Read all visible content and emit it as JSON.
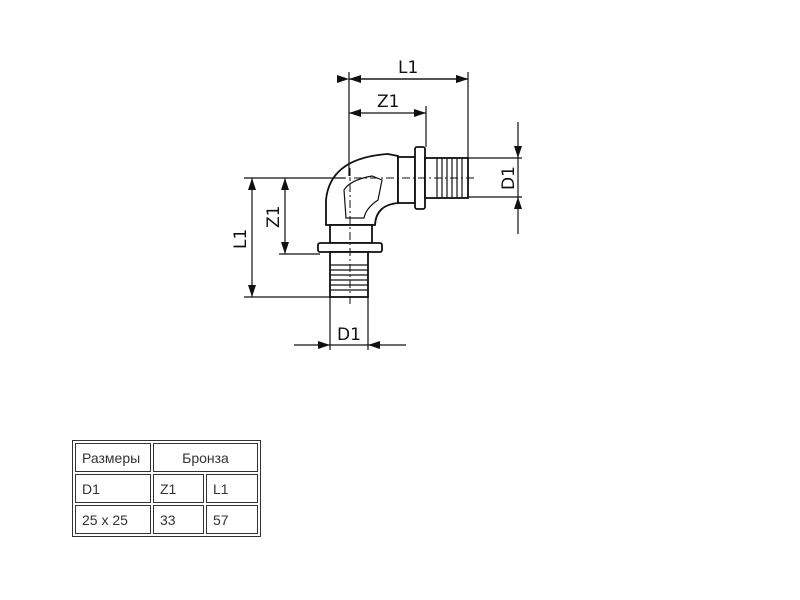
{
  "drawing": {
    "labels": {
      "top_l1": "L1",
      "top_z1": "Z1",
      "right_d1": "D1",
      "left_l1": "L1",
      "left_z1": "Z1",
      "bottom_d1": "D1"
    }
  },
  "table": {
    "header": {
      "size": "Размеры",
      "material": "Бронза"
    },
    "subheader": {
      "d1": "D1",
      "z1": "Z1",
      "l1": "L1"
    },
    "rows": [
      {
        "d1": "25 x 25",
        "z1": "33",
        "l1": "57"
      }
    ]
  }
}
